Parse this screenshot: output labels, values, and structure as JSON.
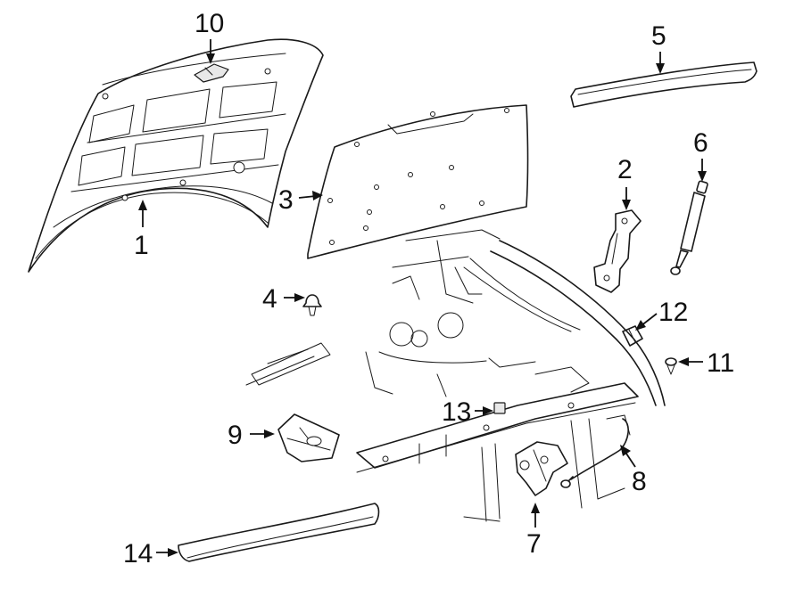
{
  "diagram": {
    "colors": {
      "line": "#1a1a1a",
      "background": "#ffffff",
      "shade": "#e8e8e8"
    },
    "callouts": [
      {
        "id": "1",
        "label": "1"
      },
      {
        "id": "2",
        "label": "2"
      },
      {
        "id": "3",
        "label": "3"
      },
      {
        "id": "4",
        "label": "4"
      },
      {
        "id": "5",
        "label": "5"
      },
      {
        "id": "6",
        "label": "6"
      },
      {
        "id": "7",
        "label": "7"
      },
      {
        "id": "8",
        "label": "8"
      },
      {
        "id": "9",
        "label": "9"
      },
      {
        "id": "10",
        "label": "10"
      },
      {
        "id": "11",
        "label": "11"
      },
      {
        "id": "12",
        "label": "12"
      },
      {
        "id": "13",
        "label": "13"
      },
      {
        "id": "14",
        "label": "14"
      }
    ]
  }
}
